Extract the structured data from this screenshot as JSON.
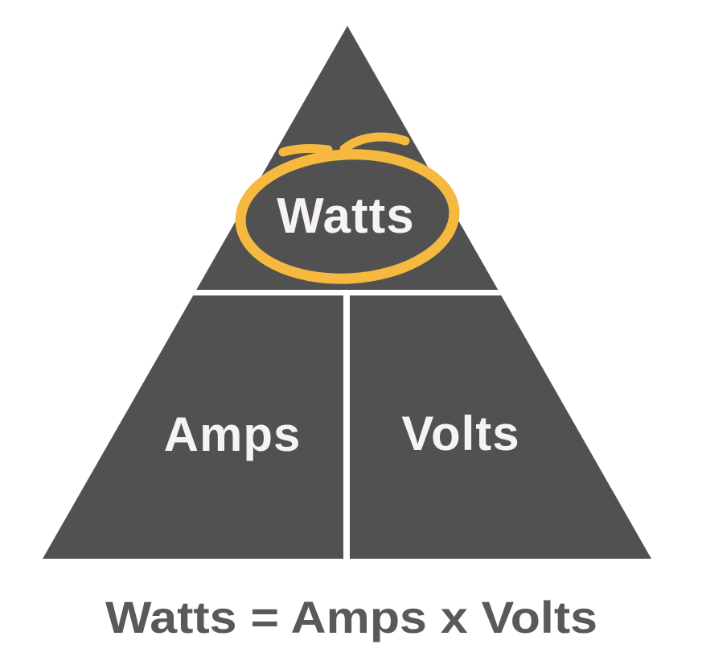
{
  "diagram": {
    "type": "power-triangle",
    "background_color": "#FFFFFF",
    "triangle": {
      "fill_color": "#515151",
      "divider_color": "#FFFFFF",
      "label_color": "#F6F3F2",
      "top_label": "Watts",
      "bottom_left_label": "Amps",
      "bottom_right_label": "Volts"
    },
    "highlight": {
      "shape": "hand-drawn-marker-circle",
      "around": "Watts",
      "color": "#F5B940"
    },
    "formula": {
      "text": "Watts = Amps x Volts",
      "color": "#595959"
    }
  }
}
